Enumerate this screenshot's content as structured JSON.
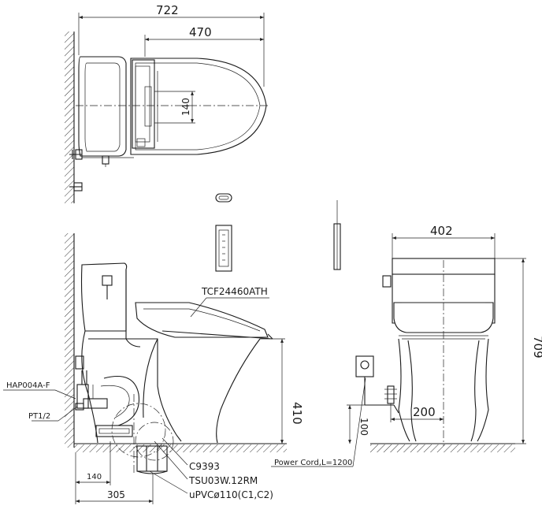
{
  "top_view": {
    "overall_width": "722",
    "seat_length": "470",
    "panel_spacing": "140"
  },
  "side_view": {
    "seat_model": "TCF24460ATH",
    "valve_model": "HAP004A-F",
    "pipe_thread": "PT1/2",
    "seat_height": "410",
    "flange_part": "C9393",
    "outlet_part": "TSU03W.12RM",
    "drain_pipe": "uPVCø110(C1,C2)",
    "supply_offset": "140",
    "rough_in": "305"
  },
  "front_view": {
    "width": "402",
    "height": "709",
    "outlet_offset": "200",
    "outlet_height": "100",
    "power_cord": "Power Cord,L=1200"
  }
}
